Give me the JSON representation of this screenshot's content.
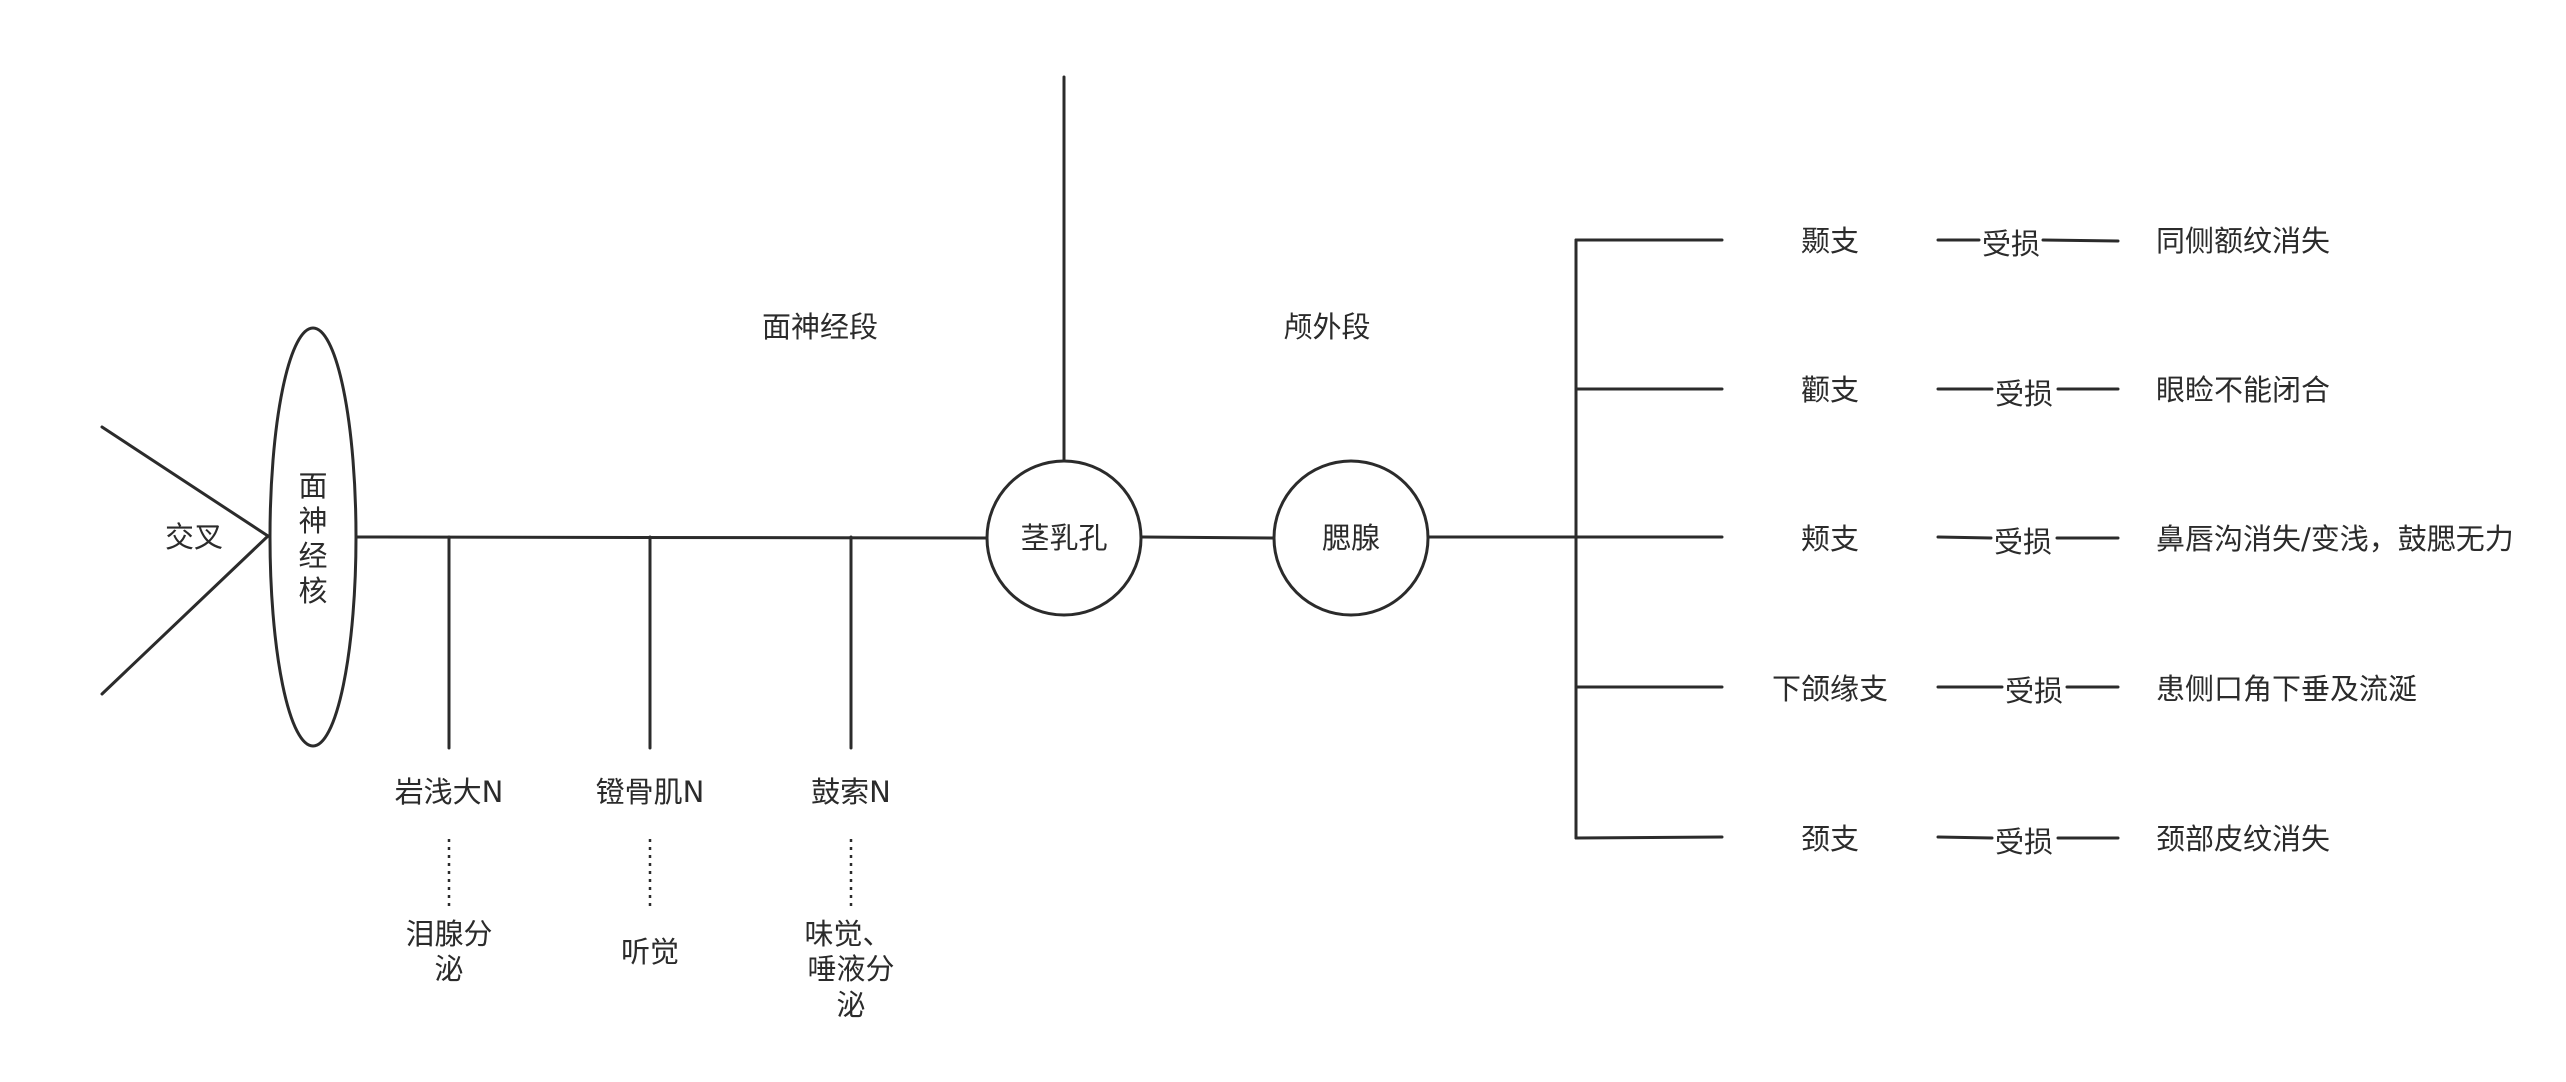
{
  "nodes": {
    "crossing": "交叉",
    "nucleus": [
      "面",
      "神",
      "经",
      "核"
    ],
    "stylomastoid": "茎乳孔",
    "parotid": "腮腺"
  },
  "segments": {
    "facial_canal": "面神经段",
    "extracranial": "颅外段"
  },
  "intracranial_branches": [
    {
      "name": "岩浅大N",
      "function": [
        "泪腺分",
        "泌"
      ]
    },
    {
      "name": "镫骨肌N",
      "function": [
        "听觉"
      ]
    },
    {
      "name": "鼓索N",
      "function": [
        "味觉、",
        "唾液分",
        "泌"
      ]
    }
  ],
  "damage_label": "受损",
  "terminal_branches": [
    {
      "name": "颞支",
      "symptom": "同侧额纹消失"
    },
    {
      "name": "颧支",
      "symptom": "眼睑不能闭合"
    },
    {
      "name": "颊支",
      "symptom": "鼻唇沟消失/变浅，鼓腮无力"
    },
    {
      "name": "下颌缘支",
      "symptom": "患侧口角下垂及流涎"
    },
    {
      "name": "颈支",
      "symptom": "颈部皮纹消失"
    }
  ]
}
